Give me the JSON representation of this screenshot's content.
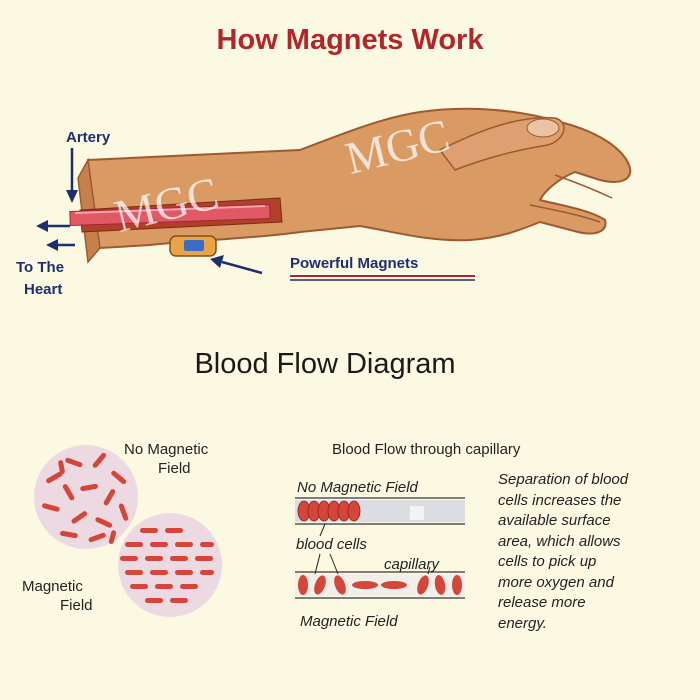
{
  "title": "How Magnets Work",
  "artery_label": "Artery",
  "to_the_heart": [
    "To The",
    "Heart"
  ],
  "magnets_label": "Powerful Magnets",
  "watermark": [
    "MGC",
    "MGC"
  ],
  "subtitle": "Blood Flow Diagram",
  "no_field_label": [
    "No Magnetic",
    "Field"
  ],
  "field_label": [
    "Magnetic",
    "Field"
  ],
  "capillary_title": "Blood Flow through capillary",
  "capillary_no_field": "No Magnetic Field",
  "blood_cells": "blood cells",
  "capillary": "capillary",
  "capillary_field": "Magnetic Field",
  "description": [
    "Separation of blood",
    "cells increases the",
    "available surface",
    "area, which allows",
    "cells to pick up",
    "more oxygen and",
    "release more",
    "energy."
  ],
  "colors": {
    "title": "#b1262b",
    "label": "#1f2e6e",
    "blood": "#d4453a",
    "skin": "#d8955f",
    "background": "#fcf9e3"
  }
}
